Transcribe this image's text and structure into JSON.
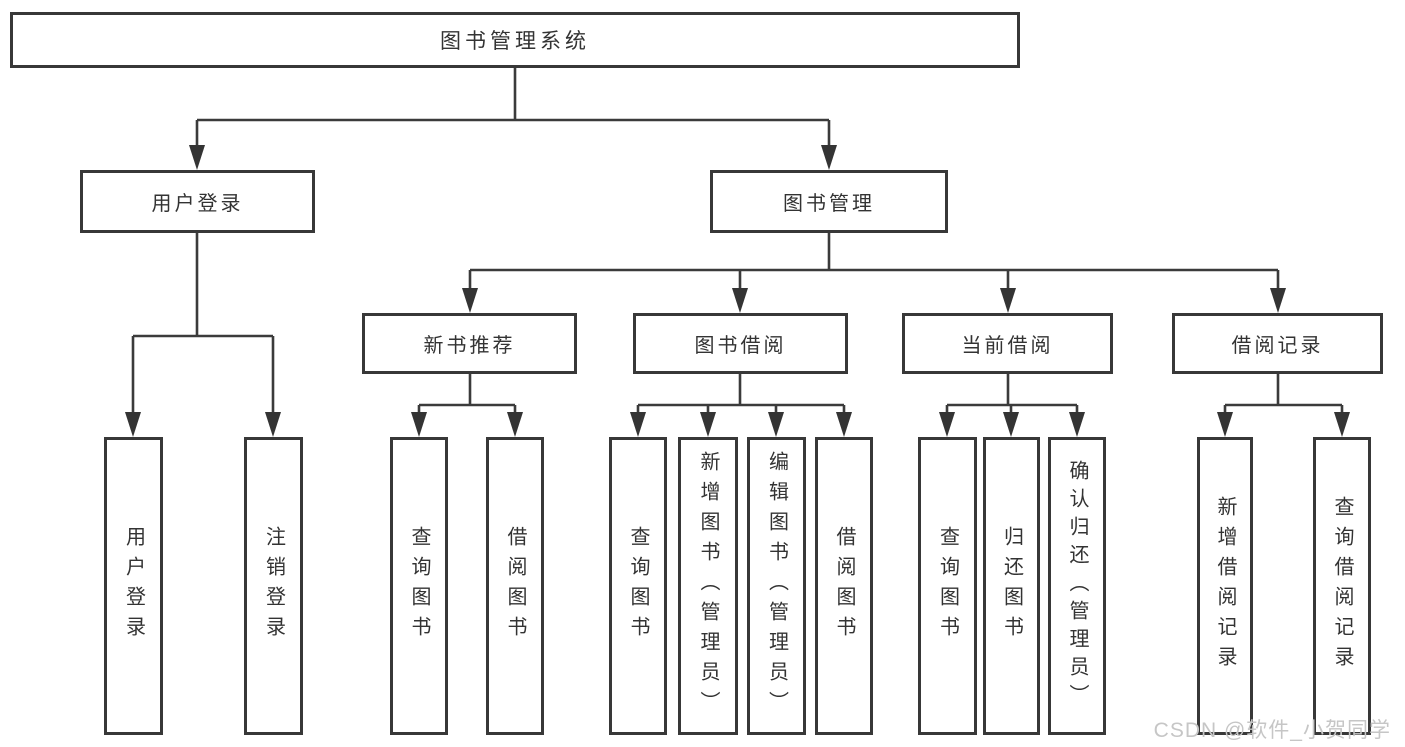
{
  "diagram": {
    "type": "hierarchy-tree",
    "root": {
      "label": "图书管理系统"
    },
    "level2": {
      "user_login": "用户登录",
      "book_management": "图书管理"
    },
    "level3": {
      "new_book_recommend": "新书推荐",
      "book_borrow": "图书借阅",
      "current_borrow": "当前借阅",
      "borrow_records": "借阅记录"
    },
    "leaves": {
      "user_login": "用户登录",
      "logout": "注销登录",
      "query_books_1": "查询图书",
      "borrow_books_1": "借阅图书",
      "query_books_2": "查询图书",
      "add_book_admin": "新增图书（管理员）",
      "edit_book_admin": "编辑图书（管理员）",
      "borrow_books_2": "借阅图书",
      "query_books_3": "查询图书",
      "return_book": "归还图书",
      "confirm_return_admin": "确认归还（管理员）",
      "add_borrow_record": "新增借阅记录",
      "query_borrow_record": "查询借阅记录"
    },
    "hierarchy": {
      "图书管理系统": {
        "用户登录": [
          "用户登录",
          "注销登录"
        ],
        "图书管理": {
          "新书推荐": [
            "查询图书",
            "借阅图书"
          ],
          "图书借阅": [
            "查询图书",
            "新增图书（管理员）",
            "编辑图书（管理员）",
            "借阅图书"
          ],
          "当前借阅": [
            "查询图书",
            "归还图书",
            "确认归还（管理员）"
          ],
          "借阅记录": [
            "新增借阅记录",
            "查询借阅记录"
          ]
        }
      }
    }
  },
  "watermark": {
    "text": "CSDN @软件_小贺同学"
  },
  "colors": {
    "line": "#3b3b3b",
    "box_border": "#383838",
    "text": "#333333",
    "watermark": "#c6c6c6",
    "background": "#ffffff"
  }
}
